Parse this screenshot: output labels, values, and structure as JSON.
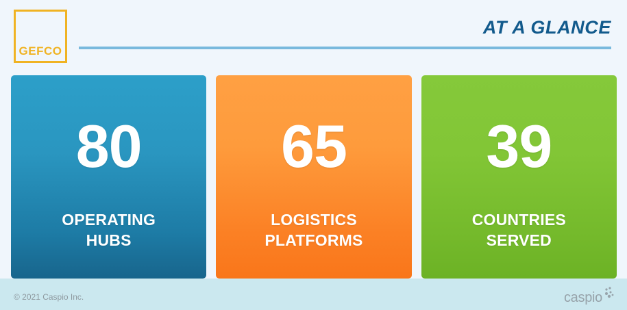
{
  "page": {
    "background_color": "#f0f6fc",
    "title": "AT A GLANCE"
  },
  "header": {
    "brand_logo": {
      "name": "GEFCO",
      "text": "GEFCO",
      "border_color": "#f0b323",
      "text_color": "#f0b323"
    },
    "title": "AT A GLANCE",
    "title_color": "#125a8c",
    "rule_color": "#79b9dd"
  },
  "stats": [
    {
      "value": "80",
      "label": "OPERATING\nHUBS",
      "color": "#2a96c0",
      "theme": "blue"
    },
    {
      "value": "65",
      "label": "LOGISTICS\nPLATFORMS",
      "color": "#fb8024",
      "theme": "orange"
    },
    {
      "value": "39",
      "label": "COUNTRIES\nSERVED",
      "color": "#7bc22e",
      "theme": "green"
    }
  ],
  "footer": {
    "background_color": "#cbe8ef",
    "copyright": "© 2021 Caspio Inc.",
    "copyright_color": "#8f9aa0",
    "logo_text": "caspio",
    "logo_color": "#97a3aa"
  }
}
